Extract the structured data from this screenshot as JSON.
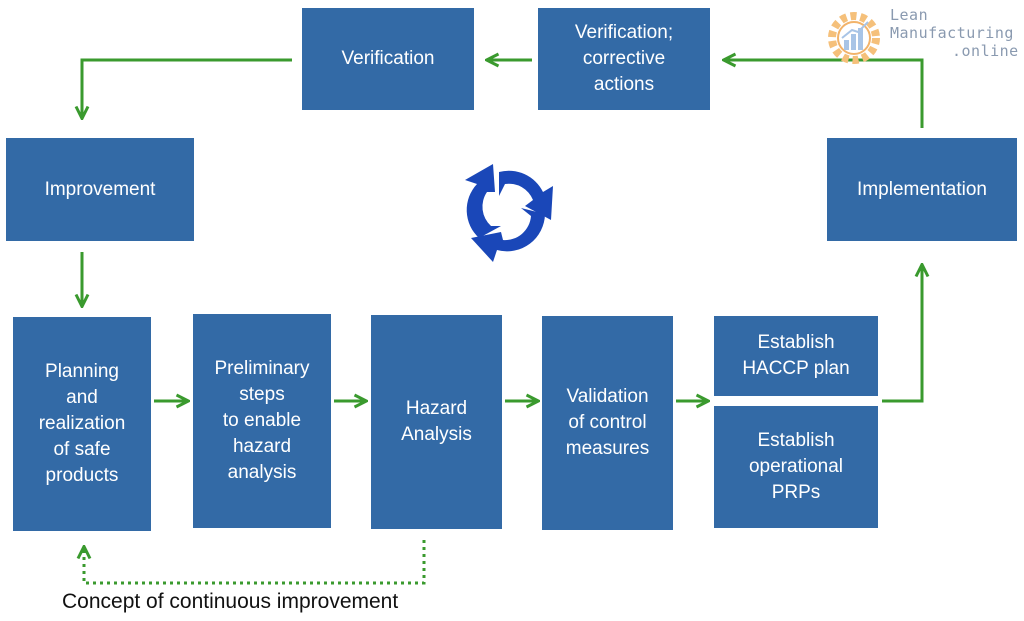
{
  "boxes": {
    "verification": "Verification",
    "verification_corrective": "Verification;\ncorrective\nactions",
    "improvement": "Improvement",
    "implementation": "Implementation",
    "planning": "Planning\nand\nrealization\nof safe\nproducts",
    "preliminary": "Preliminary\nsteps\nto enable\nhazard\nanalysis",
    "hazard": "Hazard\nAnalysis",
    "validation": "Validation\nof control\nmeasures",
    "haccp": "Establish\nHACCP plan",
    "prps": "Establish\noperational\nPRPs"
  },
  "caption": "Concept of continuous improvement",
  "logo": {
    "line1": "Lean",
    "line2": "Manufacturing",
    "line3": ".online"
  },
  "colors": {
    "box_fill": "#336aa6",
    "arrow_green": "#3a9a2e",
    "cycle_blue": "#1a47b8"
  },
  "icons": [
    "cycle-arrows-icon",
    "gear-chart-logo-icon"
  ]
}
